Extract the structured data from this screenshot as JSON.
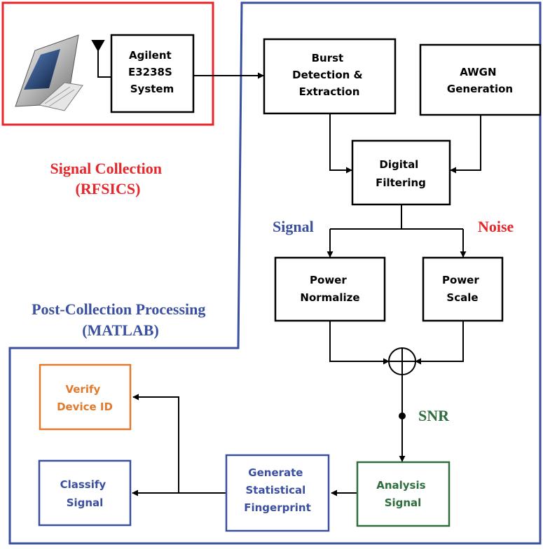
{
  "colors": {
    "red": "#e5262b",
    "blue": "#3a4f9f",
    "orange": "#e07a2e",
    "green": "#2e6e3d",
    "black": "#000000"
  },
  "regions": {
    "signal_collection": {
      "title": "Signal Collection",
      "subtitle": "(RFSICS)"
    },
    "post_processing": {
      "title": "Post-Collection Processing",
      "subtitle": "(MATLAB)"
    }
  },
  "blocks": {
    "agilent": [
      "Agilent",
      "E3238S",
      "System"
    ],
    "burst": [
      "Burst",
      "Detection &",
      "Extraction"
    ],
    "awgn": [
      "AWGN",
      "Generation"
    ],
    "filter": [
      "Digital",
      "Filtering"
    ],
    "normalize": [
      "Power",
      "Normalize"
    ],
    "scale": [
      "Power",
      "Scale"
    ],
    "verify": [
      "Verify",
      "Device ID"
    ],
    "classify": [
      "Classify",
      "Signal"
    ],
    "fingerprint": [
      "Generate",
      "Statistical",
      "Fingerprint"
    ],
    "analysis": [
      "Analysis",
      "Signal"
    ]
  },
  "labels": {
    "signal": "Signal",
    "noise": "Noise",
    "snr": "SNR"
  },
  "icons": {
    "phone": "flip-phone-icon",
    "antenna": "antenna-icon",
    "summer": "summing-junction-icon"
  }
}
